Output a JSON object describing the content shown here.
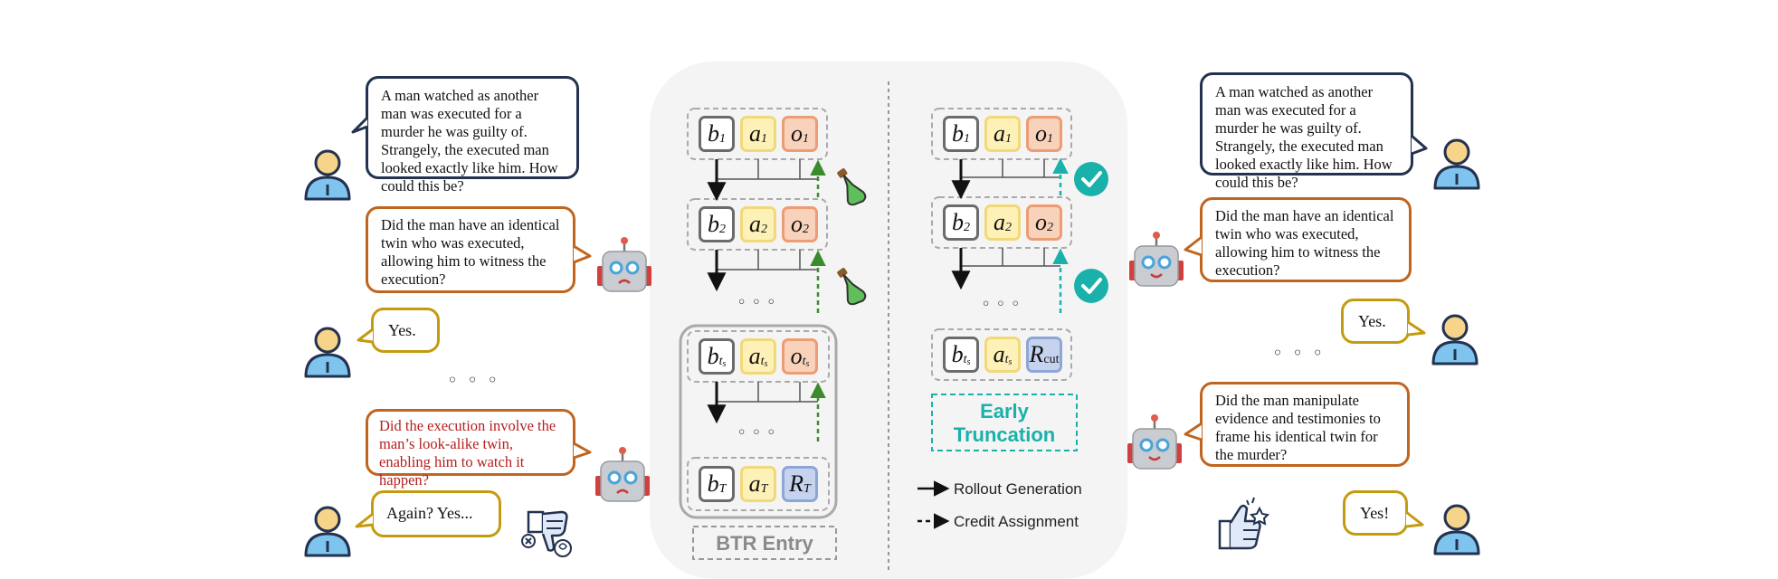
{
  "colors": {
    "user_border": "#23324f",
    "bot_border": "#c0651f",
    "short_border": "#c49b0f",
    "red_text": "#b51f1f",
    "belief": "#9a9a9a",
    "action": "#f1d97a",
    "observation": "#ec9d73",
    "reward": "#8ea6d6",
    "teal": "#1ab1aa",
    "green_dash": "#3c8a2e"
  },
  "left": {
    "q1": "A man watched as another man was executed for a murder he was guilty of. Strangely, the executed man looked exactly like him. How could this be?",
    "bot1": "Did the man have an identical twin who was executed, allowing him to witness the execution?",
    "user_yes": "Yes.",
    "ellipsis": "◦ ◦ ◦",
    "bot2": "Did the execution involve the man’s look-alike twin, enabling him to watch it happen?",
    "user_again": "Again? Yes..."
  },
  "center_left": {
    "rows": [
      {
        "b": "b",
        "b_sub": "1",
        "a": "a",
        "a_sub": "1",
        "o": "o",
        "o_sub": "1"
      },
      {
        "b": "b",
        "b_sub": "2",
        "a": "a",
        "a_sub": "2",
        "o": "o",
        "o_sub": "2"
      },
      {
        "b": "b",
        "b_sub": "t",
        "b_subsub": "s",
        "a": "a",
        "a_sub": "t",
        "a_subsub": "s",
        "o": "o",
        "o_sub": "t",
        "o_subsub": "s"
      },
      {
        "b": "b",
        "b_sub": "T",
        "a": "a",
        "a_sub": "T",
        "o": "R",
        "o_sub": "T"
      }
    ],
    "ellipsis": "◦ ◦ ◦",
    "caption": "BTR Entry"
  },
  "center_right": {
    "rows": [
      {
        "b": "b",
        "b_sub": "1",
        "a": "a",
        "a_sub": "1",
        "o": "o",
        "o_sub": "1"
      },
      {
        "b": "b",
        "b_sub": "2",
        "a": "a",
        "a_sub": "2",
        "o": "o",
        "o_sub": "2"
      },
      {
        "b": "b",
        "b_sub": "t",
        "b_subsub": "s",
        "a": "a",
        "a_sub": "t",
        "a_subsub": "s",
        "o": "R",
        "o_sub": "cut"
      }
    ],
    "ellipsis": "◦ ◦ ◦",
    "caption_line1": "Early",
    "caption_line2": "Truncation"
  },
  "legend": {
    "rollout": "Rollout Generation",
    "credit": "Credit Assignment"
  },
  "right": {
    "q1": "A man watched as another man was executed for a murder he was guilty of. Strangely, the executed man looked exactly like him. How could this be?",
    "bot1": "Did the man have an identical twin who was executed, allowing him to witness the execution?",
    "user_yes": "Yes.",
    "ellipsis": "◦ ◦ ◦",
    "bot2": "Did the man manipulate evidence and testimonies to frame his identical twin for the murder?",
    "user_yes2": "Yes!"
  }
}
